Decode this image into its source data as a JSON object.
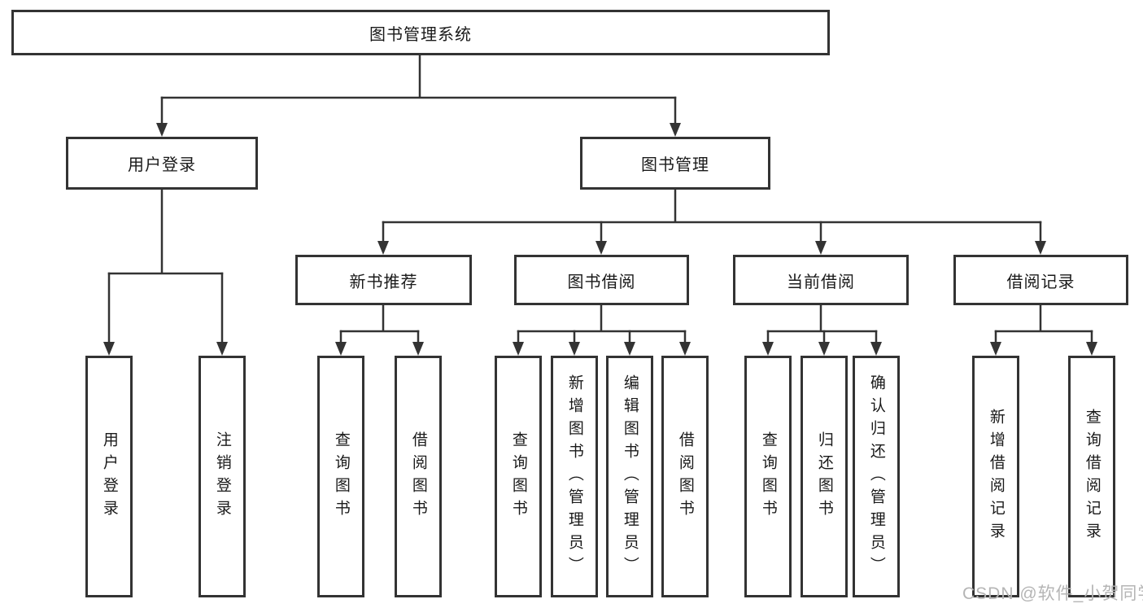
{
  "diagram": {
    "title": "图书管理系统",
    "tree": {
      "label": "图书管理系统",
      "children": [
        {
          "label": "用户登录",
          "children": [
            {
              "label": "用户登录"
            },
            {
              "label": "注销登录"
            }
          ]
        },
        {
          "label": "图书管理",
          "children": [
            {
              "label": "新书推荐",
              "children": [
                {
                  "label": "查询图书"
                },
                {
                  "label": "借阅图书"
                }
              ]
            },
            {
              "label": "图书借阅",
              "children": [
                {
                  "label": "查询图书"
                },
                {
                  "label": "新增图书（管理员）"
                },
                {
                  "label": "编辑图书（管理员）"
                },
                {
                  "label": "借阅图书"
                }
              ]
            },
            {
              "label": "当前借阅",
              "children": [
                {
                  "label": "查询图书"
                },
                {
                  "label": "归还图书"
                },
                {
                  "label": "确认归还（管理员）"
                }
              ]
            },
            {
              "label": "借阅记录",
              "children": [
                {
                  "label": "新增借阅记录"
                },
                {
                  "label": "查询借阅记录"
                }
              ]
            }
          ]
        }
      ]
    },
    "colors": {
      "line": "#333333",
      "box_border": "#333333",
      "text": "#1a1a1a",
      "background": "#ffffff",
      "watermark": "#b5b5b5"
    }
  },
  "watermark": {
    "text": "CSDN @软件_小贺同学"
  }
}
